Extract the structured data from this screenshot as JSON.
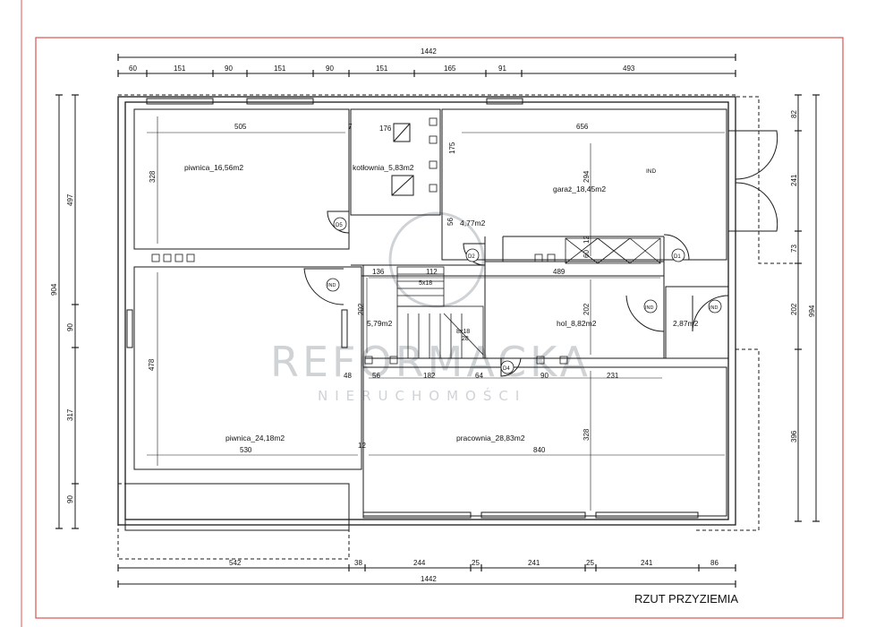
{
  "drawing": {
    "title": "RZUT PRZYZIEMIA",
    "frame_color": "#d9534f",
    "line_color": "#1a1a1a",
    "watermark": {
      "main": "REFORMACKA",
      "sub": "NIERUCHOMOŚCI",
      "color": "#c8cdd1"
    }
  },
  "dimensions": {
    "top_total": "1442",
    "top_chain": [
      "60",
      "151",
      "90",
      "151",
      "90",
      "151",
      "165",
      "91",
      "493"
    ],
    "bottom_total": "1442",
    "bottom_chain": [
      "542",
      "38",
      "244",
      "25",
      "241",
      "25",
      "241",
      "86"
    ],
    "left_total": "904",
    "left_chain": [
      "497",
      "90",
      "317",
      "90"
    ],
    "right_total": "994",
    "right_chain": [
      "82",
      "241",
      "73",
      "202",
      "396"
    ]
  },
  "rooms": {
    "piwnica_1": "piwnica_16,56m2",
    "kotlownia": "kotłownia_5,83m2",
    "garaz": "garaż_18,45m2",
    "small_room": "4,77m2",
    "hall_left": "5,79m2",
    "hol": "hol_8,82m2",
    "small_room_2": "2,87m2",
    "piwnica_2": "piwnica_24,18m2",
    "pracownia": "pracownia_28,83m2"
  },
  "inner_dims": {
    "d505": "505",
    "d176": "176",
    "d656": "656",
    "d328a": "328",
    "d175": "175",
    "d294": "294",
    "d56a": "56",
    "d136": "136",
    "d112": "112",
    "d489": "489",
    "d202a": "202",
    "d202b": "202",
    "d478": "478",
    "d48": "48",
    "d56b": "56",
    "d182": "182",
    "d64": "64",
    "d90": "90",
    "d231": "231",
    "d328b": "328",
    "d530": "530",
    "d840": "840",
    "d12": "12",
    "d5x18": "5x18",
    "d8x18": "8x18",
    "d28": "28",
    "d60": "60",
    "d12b": "12",
    "d7": "7"
  },
  "labels": {
    "ind_garage": "IND",
    "ind_left": "IND",
    "ind_hol": "IND",
    "ind_small": "IND",
    "d1": "D1",
    "d2": "D2",
    "d5": "D5",
    "d4": "D4"
  }
}
